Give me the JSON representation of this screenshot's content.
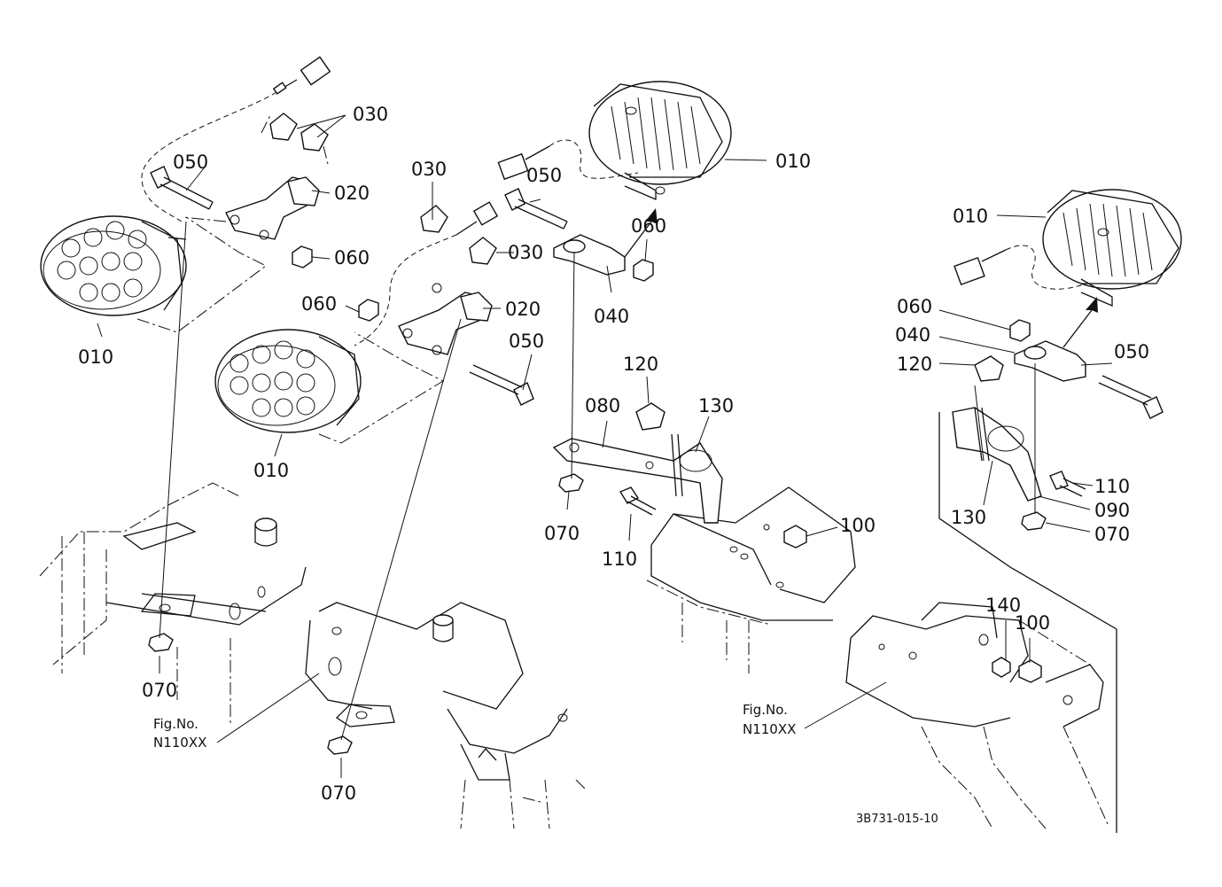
{
  "labels": {
    "p010_a": "010",
    "p010_b": "010",
    "p010_c": "010",
    "p010_d": "010",
    "p020_a": "020",
    "p020_b": "020",
    "p030_a": "030",
    "p030_b": "030",
    "p030_c": "030",
    "p040_a": "040",
    "p040_b": "040",
    "p050_a": "050",
    "p050_b": "050",
    "p050_c": "050",
    "p050_d": "050",
    "p060_a": "060",
    "p060_b": "060",
    "p060_c": "060",
    "p060_d": "060",
    "p070_a": "070",
    "p070_b": "070",
    "p070_c": "070",
    "p070_d": "070",
    "p080": "080",
    "p090": "090",
    "p100_a": "100",
    "p100_b": "100",
    "p110_a": "110",
    "p110_b": "110",
    "p120_a": "120",
    "p120_b": "120",
    "p130_a": "130",
    "p130_b": "130",
    "p140": "140"
  },
  "figure_refs": {
    "left": {
      "line1": "Fig.No.",
      "line2": "N110XX"
    },
    "right": {
      "line1": "Fig.No.",
      "line2": "N110XX"
    }
  },
  "drawing_code": "3B731-015-10"
}
